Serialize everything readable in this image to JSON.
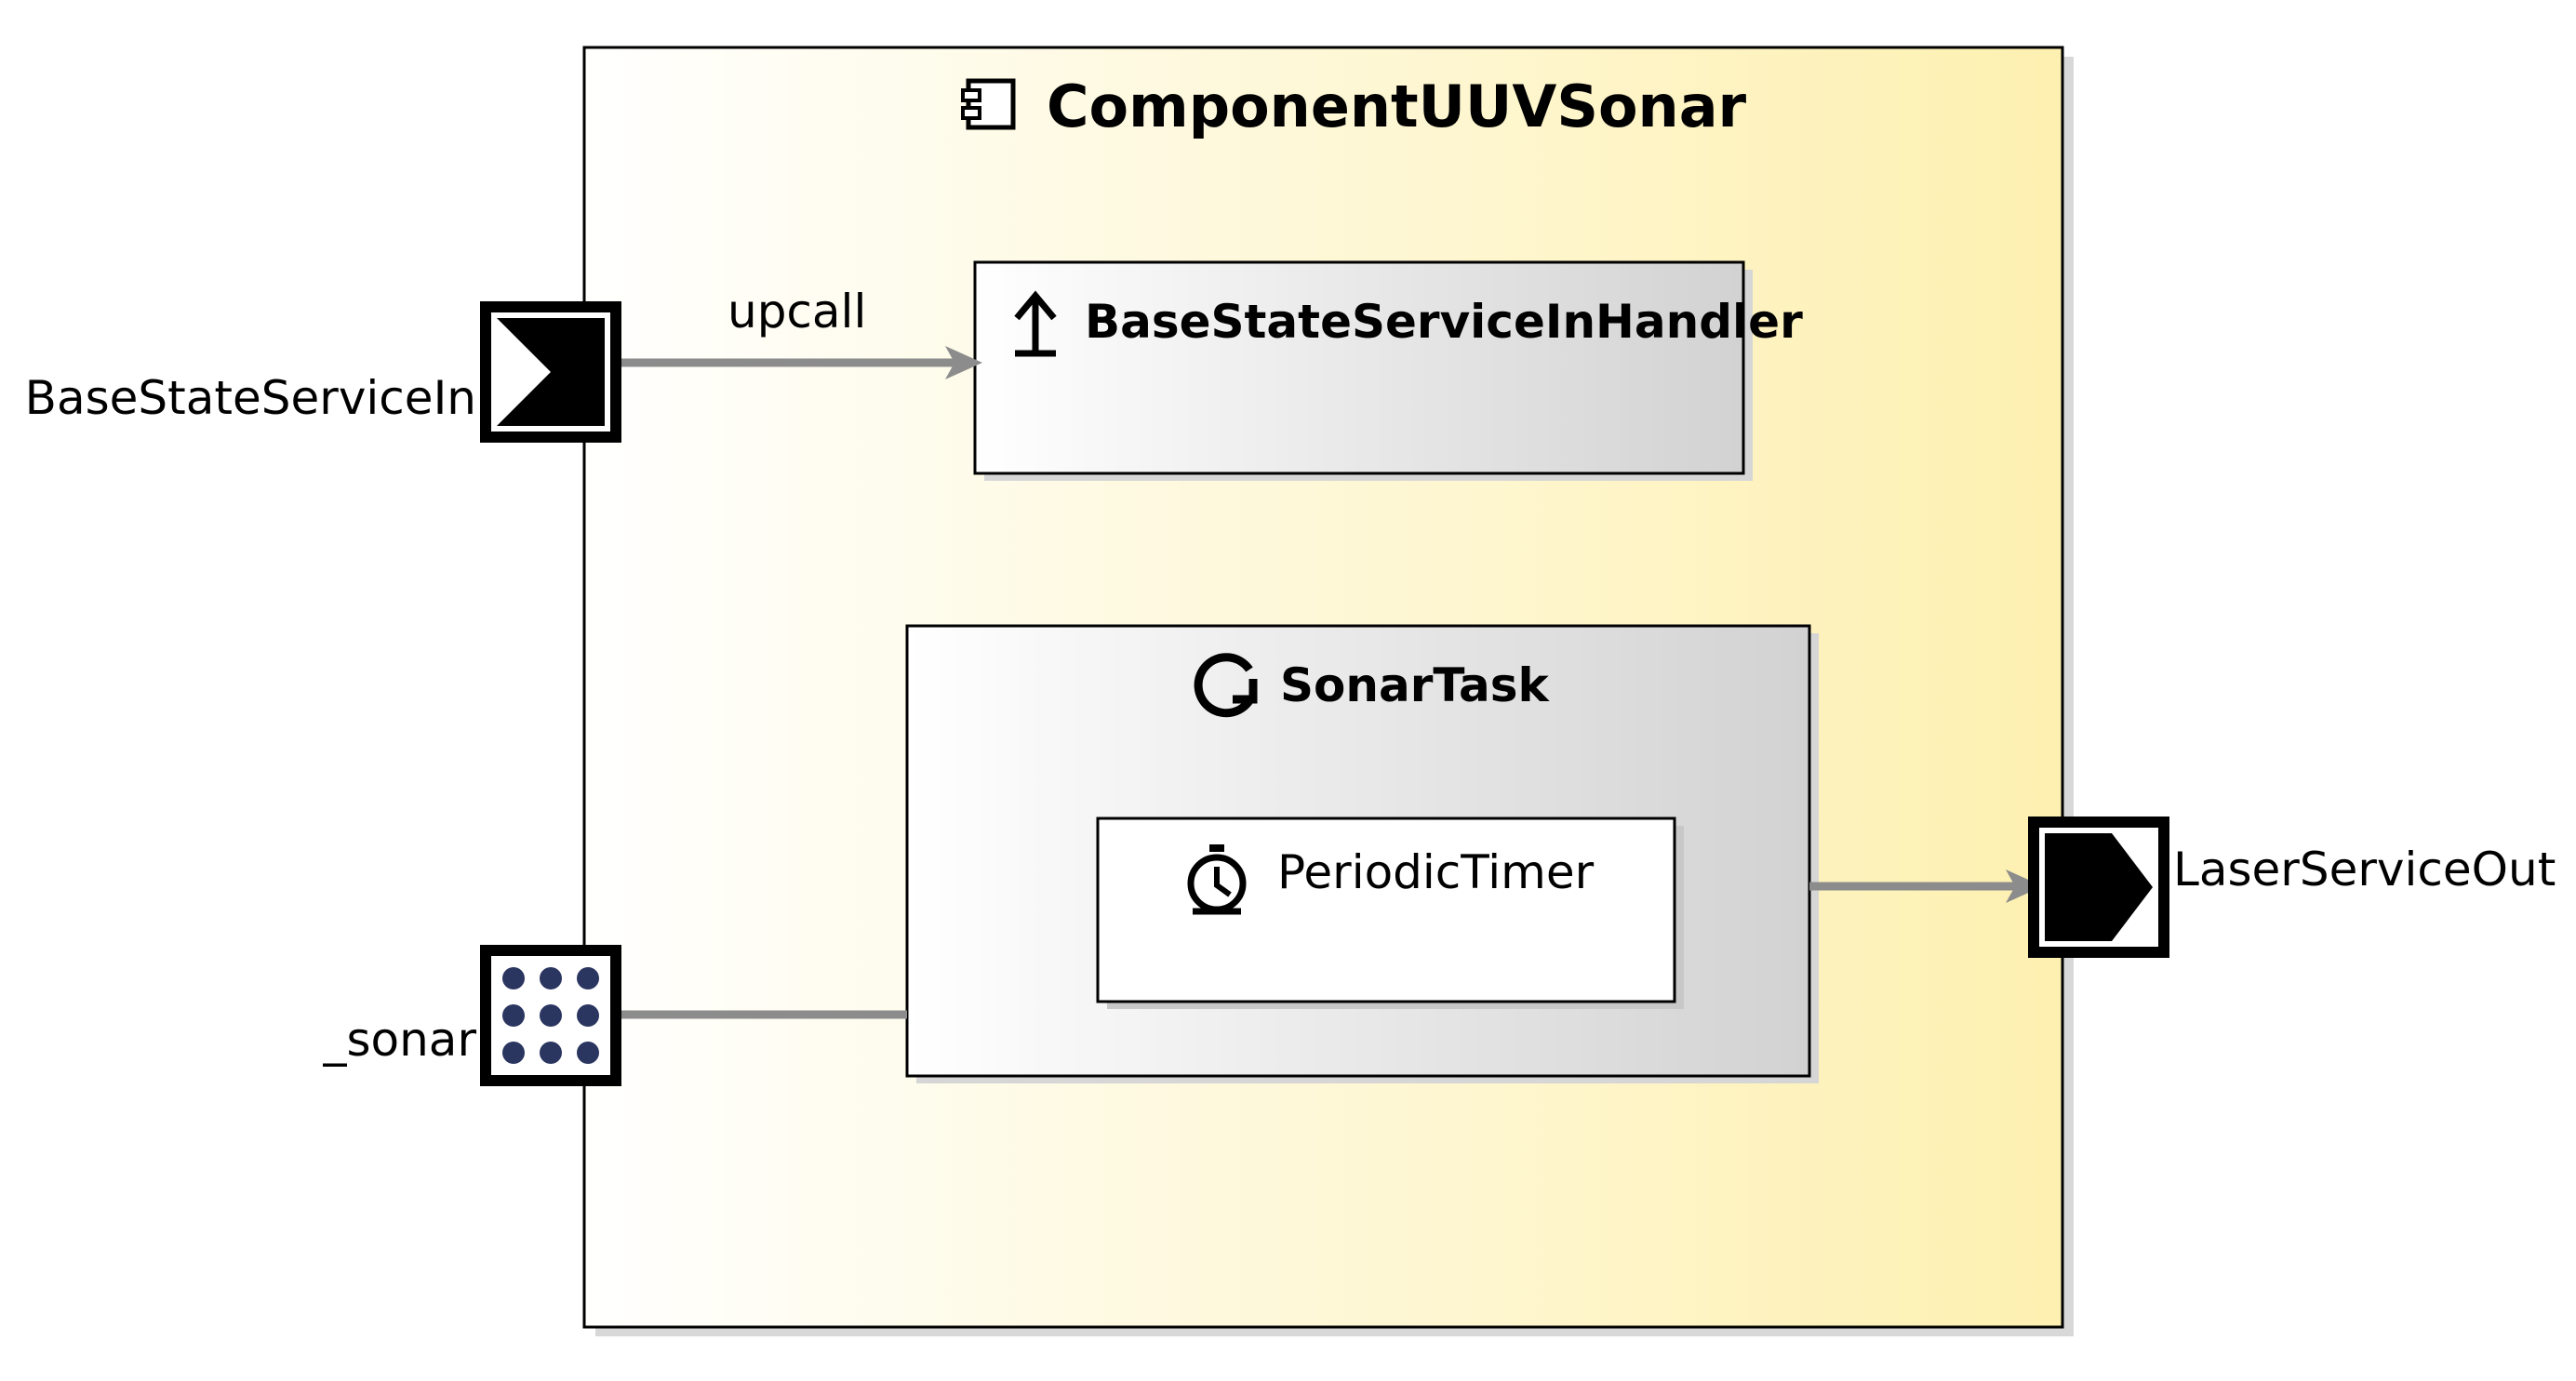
{
  "component": {
    "title": "ComponentUUVSonar",
    "icon": "component-icon"
  },
  "handler": {
    "title": "BaseStateServiceInHandler",
    "icon": "upcall-handler-icon"
  },
  "task": {
    "title": "SonarTask",
    "icon": "task-loop-icon"
  },
  "timer": {
    "title": "PeriodicTimer",
    "icon": "timer-icon"
  },
  "ports": {
    "in_port": {
      "label": "BaseStateServiceIn",
      "icon": "input-port-icon"
    },
    "sonar_port": {
      "label": "_sonar",
      "icon": "request-port-icon"
    },
    "out_port": {
      "label": "LaserServiceOut",
      "icon": "output-port-icon"
    }
  },
  "connections": {
    "upcall_label": "upcall"
  },
  "colors": {
    "component_gradient_start": "#fffffe",
    "component_gradient_end": "#fdf0b0",
    "box_gradient_start": "#ffffff",
    "box_gradient_end": "#d2d2d2",
    "connector": "#8c8c8c",
    "sonar_dot": "#2a3560"
  }
}
